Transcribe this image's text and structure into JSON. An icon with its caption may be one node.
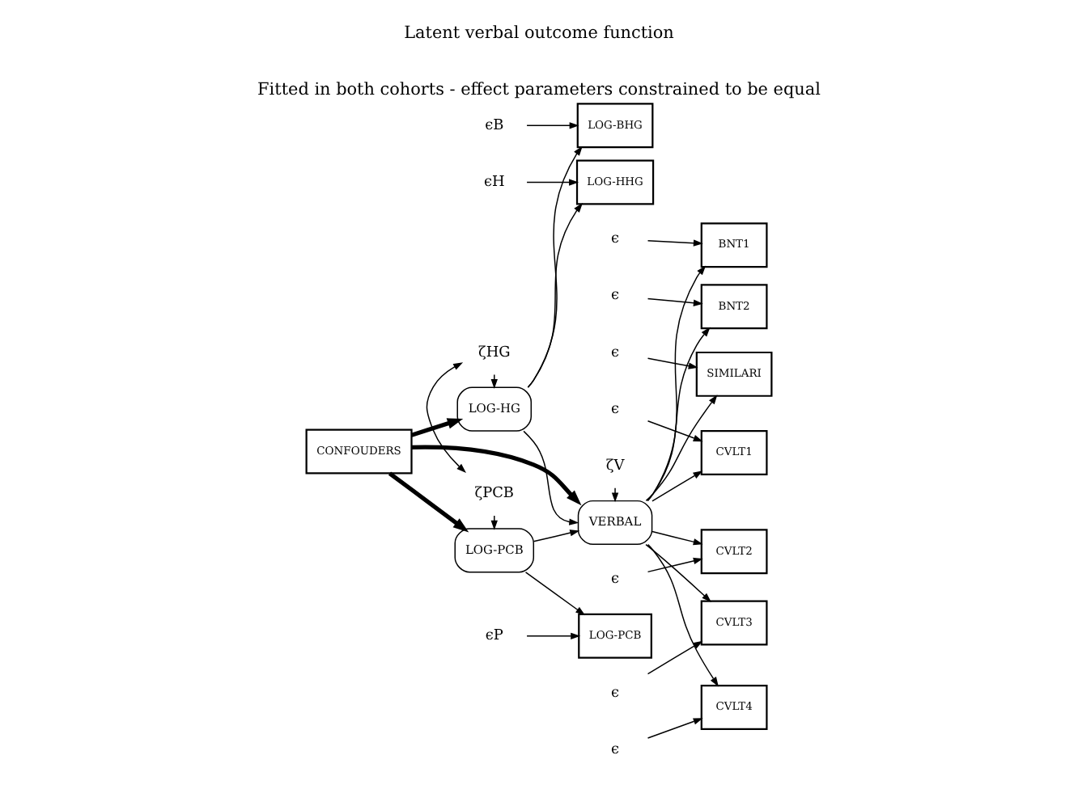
{
  "diagram": {
    "title": "Latent verbal outcome function",
    "caption": "Fitted in both cohorts - effect parameters constrained to be equal",
    "nodes": [
      {
        "text": [
          "CONFOUDERS"
        ]
      },
      {
        "text": [
          "ϵB"
        ]
      },
      {
        "text": [
          "LOG-BHG"
        ]
      },
      {
        "text": [
          "ϵH"
        ]
      },
      {
        "text": [
          "LOG-HHG"
        ]
      },
      {
        "text": [
          "LOG-HG"
        ]
      },
      {
        "text": [
          "ζHG"
        ]
      },
      {
        "text": [
          "ζPCB"
        ]
      },
      {
        "text": [
          "ϵP"
        ]
      },
      {
        "text": [
          "LOG-PCB"
        ]
      },
      {
        "text": [
          "LOG-PCB"
        ]
      },
      {
        "text": [
          "VERBAL"
        ]
      },
      {
        "text": [
          "ζV"
        ]
      },
      {
        "text": [
          "BNT1"
        ]
      },
      {
        "text": [
          "BNT2"
        ]
      },
      {
        "text": [
          "SIMILARI"
        ]
      },
      {
        "text": [
          "CVLT1"
        ]
      },
      {
        "text": [
          "CVLT2"
        ]
      },
      {
        "text": [
          "CVLT3"
        ]
      },
      {
        "text": [
          "CVLT4"
        ]
      },
      {
        "text": [
          "ϵ"
        ]
      },
      {
        "text": [
          "ϵ"
        ]
      },
      {
        "text": [
          "ϵ"
        ]
      },
      {
        "text": [
          "ϵ"
        ]
      },
      {
        "text": [
          "ϵ"
        ]
      },
      {
        "text": [
          "ϵ"
        ]
      },
      {
        "text": [
          "ϵ"
        ]
      }
    ],
    "edges": [
      {
        "from": 0,
        "to": 5,
        "arrow": "to",
        "style": "thick"
      },
      {
        "from": 0,
        "to": 11,
        "arrow": "to",
        "style": "thick"
      },
      {
        "from": 0,
        "to": 10,
        "arrow": "to",
        "style": "thick"
      },
      {
        "from": 1,
        "to": 2,
        "arrow": "to"
      },
      {
        "from": 5,
        "to": 2,
        "arrow": "to"
      },
      {
        "from": 3,
        "to": 4,
        "arrow": "to"
      },
      {
        "from": 5,
        "to": 4,
        "arrow": "to"
      },
      {
        "from": 6,
        "to": 5,
        "arrow": "to"
      },
      {
        "from": 6,
        "to": 7,
        "arrow": "both"
      },
      {
        "from": 7,
        "to": 10,
        "arrow": "to"
      },
      {
        "from": 8,
        "to": 9,
        "arrow": "to"
      },
      {
        "from": 10,
        "to": 9,
        "arrow": "to"
      },
      {
        "from": 5,
        "to": 11,
        "arrow": "to"
      },
      {
        "from": 10,
        "to": 11,
        "arrow": "to"
      },
      {
        "from": 12,
        "to": 11,
        "arrow": "to"
      },
      {
        "from": 11,
        "to": 13,
        "arrow": "to"
      },
      {
        "from": 11,
        "to": 14,
        "arrow": "to"
      },
      {
        "from": 11,
        "to": 15,
        "arrow": "to"
      },
      {
        "from": 11,
        "to": 16,
        "arrow": "to"
      },
      {
        "from": 11,
        "to": 17,
        "arrow": "to"
      },
      {
        "from": 11,
        "to": 18,
        "arrow": "to"
      },
      {
        "from": 11,
        "to": 19,
        "arrow": "to"
      },
      {
        "from": 20,
        "to": 13,
        "arrow": "to"
      },
      {
        "from": 21,
        "to": 14,
        "arrow": "to"
      },
      {
        "from": 22,
        "to": 15,
        "arrow": "to"
      },
      {
        "from": 23,
        "to": 16,
        "arrow": "to"
      },
      {
        "from": 24,
        "to": 17,
        "arrow": "to"
      },
      {
        "from": 25,
        "to": 18,
        "arrow": "to"
      },
      {
        "from": 26,
        "to": 19,
        "arrow": "to"
      }
    ]
  }
}
